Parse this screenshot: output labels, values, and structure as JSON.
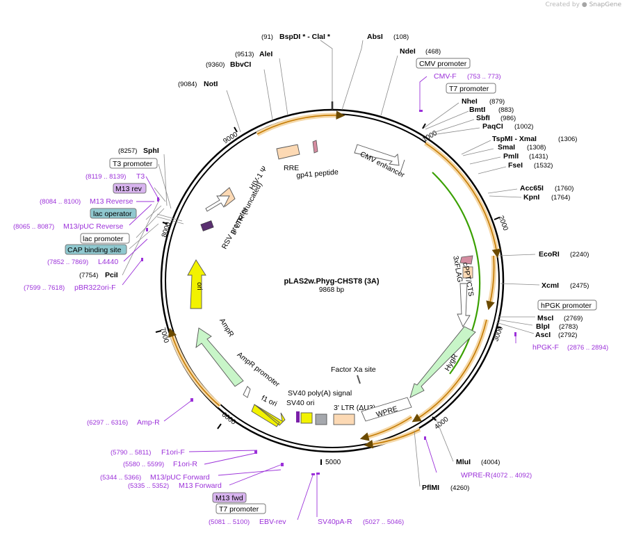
{
  "credit": {
    "prefix": "Created by",
    "brand": "SnapGene"
  },
  "map": {
    "name": "pLAS2w.Phyg-CHST8 (3A)",
    "size": "9868 bp"
  },
  "ticks": [
    "1000",
    "2000",
    "3000",
    "4000",
    "5000",
    "6000",
    "7000",
    "8000",
    "9000"
  ],
  "enzymes": [
    {
      "name": "BspDI * - ClaI *",
      "pos": "(91)"
    },
    {
      "name": "AbsI",
      "pos": "(108)"
    },
    {
      "name": "NdeI",
      "pos": "(468)"
    },
    {
      "name": "AleI",
      "pos": "(9513)"
    },
    {
      "name": "BbvCI",
      "pos": "(9360)"
    },
    {
      "name": "NotI",
      "pos": "(9084)"
    },
    {
      "name": "NheI",
      "pos": "(879)"
    },
    {
      "name": "BmtI",
      "pos": "(883)"
    },
    {
      "name": "SbfI",
      "pos": "(986)"
    },
    {
      "name": "PaqCI",
      "pos": "(1002)"
    },
    {
      "name": "TspMI - XmaI",
      "pos": "(1306)"
    },
    {
      "name": "SmaI",
      "pos": "(1308)"
    },
    {
      "name": "PmlI",
      "pos": "(1431)"
    },
    {
      "name": "FseI",
      "pos": "(1532)"
    },
    {
      "name": "Acc65I",
      "pos": "(1760)"
    },
    {
      "name": "KpnI",
      "pos": "(1764)"
    },
    {
      "name": "EcoRI",
      "pos": "(2240)"
    },
    {
      "name": "XcmI",
      "pos": "(2475)"
    },
    {
      "name": "MscI",
      "pos": "(2769)"
    },
    {
      "name": "BlpI",
      "pos": "(2783)"
    },
    {
      "name": "AscI",
      "pos": "(2792)"
    },
    {
      "name": "MluI",
      "pos": "(4004)"
    },
    {
      "name": "PflMI",
      "pos": "(4260)"
    },
    {
      "name": "SphI",
      "pos": "(8257)"
    },
    {
      "name": "PciI",
      "pos": "(7754)"
    }
  ],
  "primers": [
    {
      "name": "CMV-F",
      "range": "(753 .. 773)"
    },
    {
      "name": "hPGK-F",
      "range": "(2876 .. 2894)"
    },
    {
      "name": "WPRE-R",
      "range": "(4072 .. 4092)"
    },
    {
      "name": "SV40pA-R",
      "range": "(5027 .. 5046)"
    },
    {
      "name": "EBV-rev",
      "range": "(5081 .. 5100)"
    },
    {
      "name": "M13 Forward",
      "range": "(5335 .. 5352)"
    },
    {
      "name": "M13/pUC Forward",
      "range": "(5344 .. 5366)"
    },
    {
      "name": "F1ori-R",
      "range": "(5580 .. 5599)"
    },
    {
      "name": "F1ori-F",
      "range": "(5790 .. 5811)"
    },
    {
      "name": "Amp-R",
      "range": "(6297 .. 6316)"
    },
    {
      "name": "pBR322ori-F",
      "range": "(7599 .. 7618)"
    },
    {
      "name": "L4440",
      "range": "(7852 .. 7869)"
    },
    {
      "name": "M13/pUC Reverse",
      "range": "(8065 .. 8087)"
    },
    {
      "name": "M13 Reverse",
      "range": "(8084 .. 8100)"
    },
    {
      "name": "T3",
      "range": "(8119 .. 8139)"
    }
  ],
  "boxed": [
    {
      "name": "CMV promoter"
    },
    {
      "name": "T7 promoter"
    },
    {
      "name": "hPGK promoter"
    },
    {
      "name": "T3 promoter"
    },
    {
      "name": "M13 rev"
    },
    {
      "name": "lac operator"
    },
    {
      "name": "lac promoter"
    },
    {
      "name": "CAP binding site"
    },
    {
      "name": "M13 fwd"
    },
    {
      "name": "T7 promoter"
    }
  ],
  "features": {
    "cmv_enhancer": "CMV enhancer",
    "rre": "RRE",
    "gp41": "gp41 peptide",
    "hiv_psi": "HIV-1 Ψ",
    "ltr5": "5' LTR (truncated)",
    "rsv": "RSV promoter",
    "flag": "3xFLAG",
    "cppt": "cPPT/CTS",
    "hygr": "HygR",
    "ori": "ori",
    "ampr": "AmpR",
    "ampr_promoter": "AmpR promoter",
    "f1ori": "f1 ori",
    "sv40polya": "SV40 poly(A) signal",
    "sv40ori": "SV40 ori",
    "ltr3": "3' LTR (ΔU3)",
    "wpre": "WPRE",
    "factorxa": "Factor Xa site"
  },
  "colors": {
    "primer": "#9b30d9",
    "ori": "#f2f200",
    "hygr": "#c8f5c8",
    "orf_green": "#3aa000",
    "orf_orange": "#e8a020",
    "ltr": "#fcd9b4",
    "rre": "#fcd9b4",
    "gp41": "#d48ca0",
    "lac_operator": "#8fc8cf",
    "m13_box": "#d8b4ef"
  }
}
